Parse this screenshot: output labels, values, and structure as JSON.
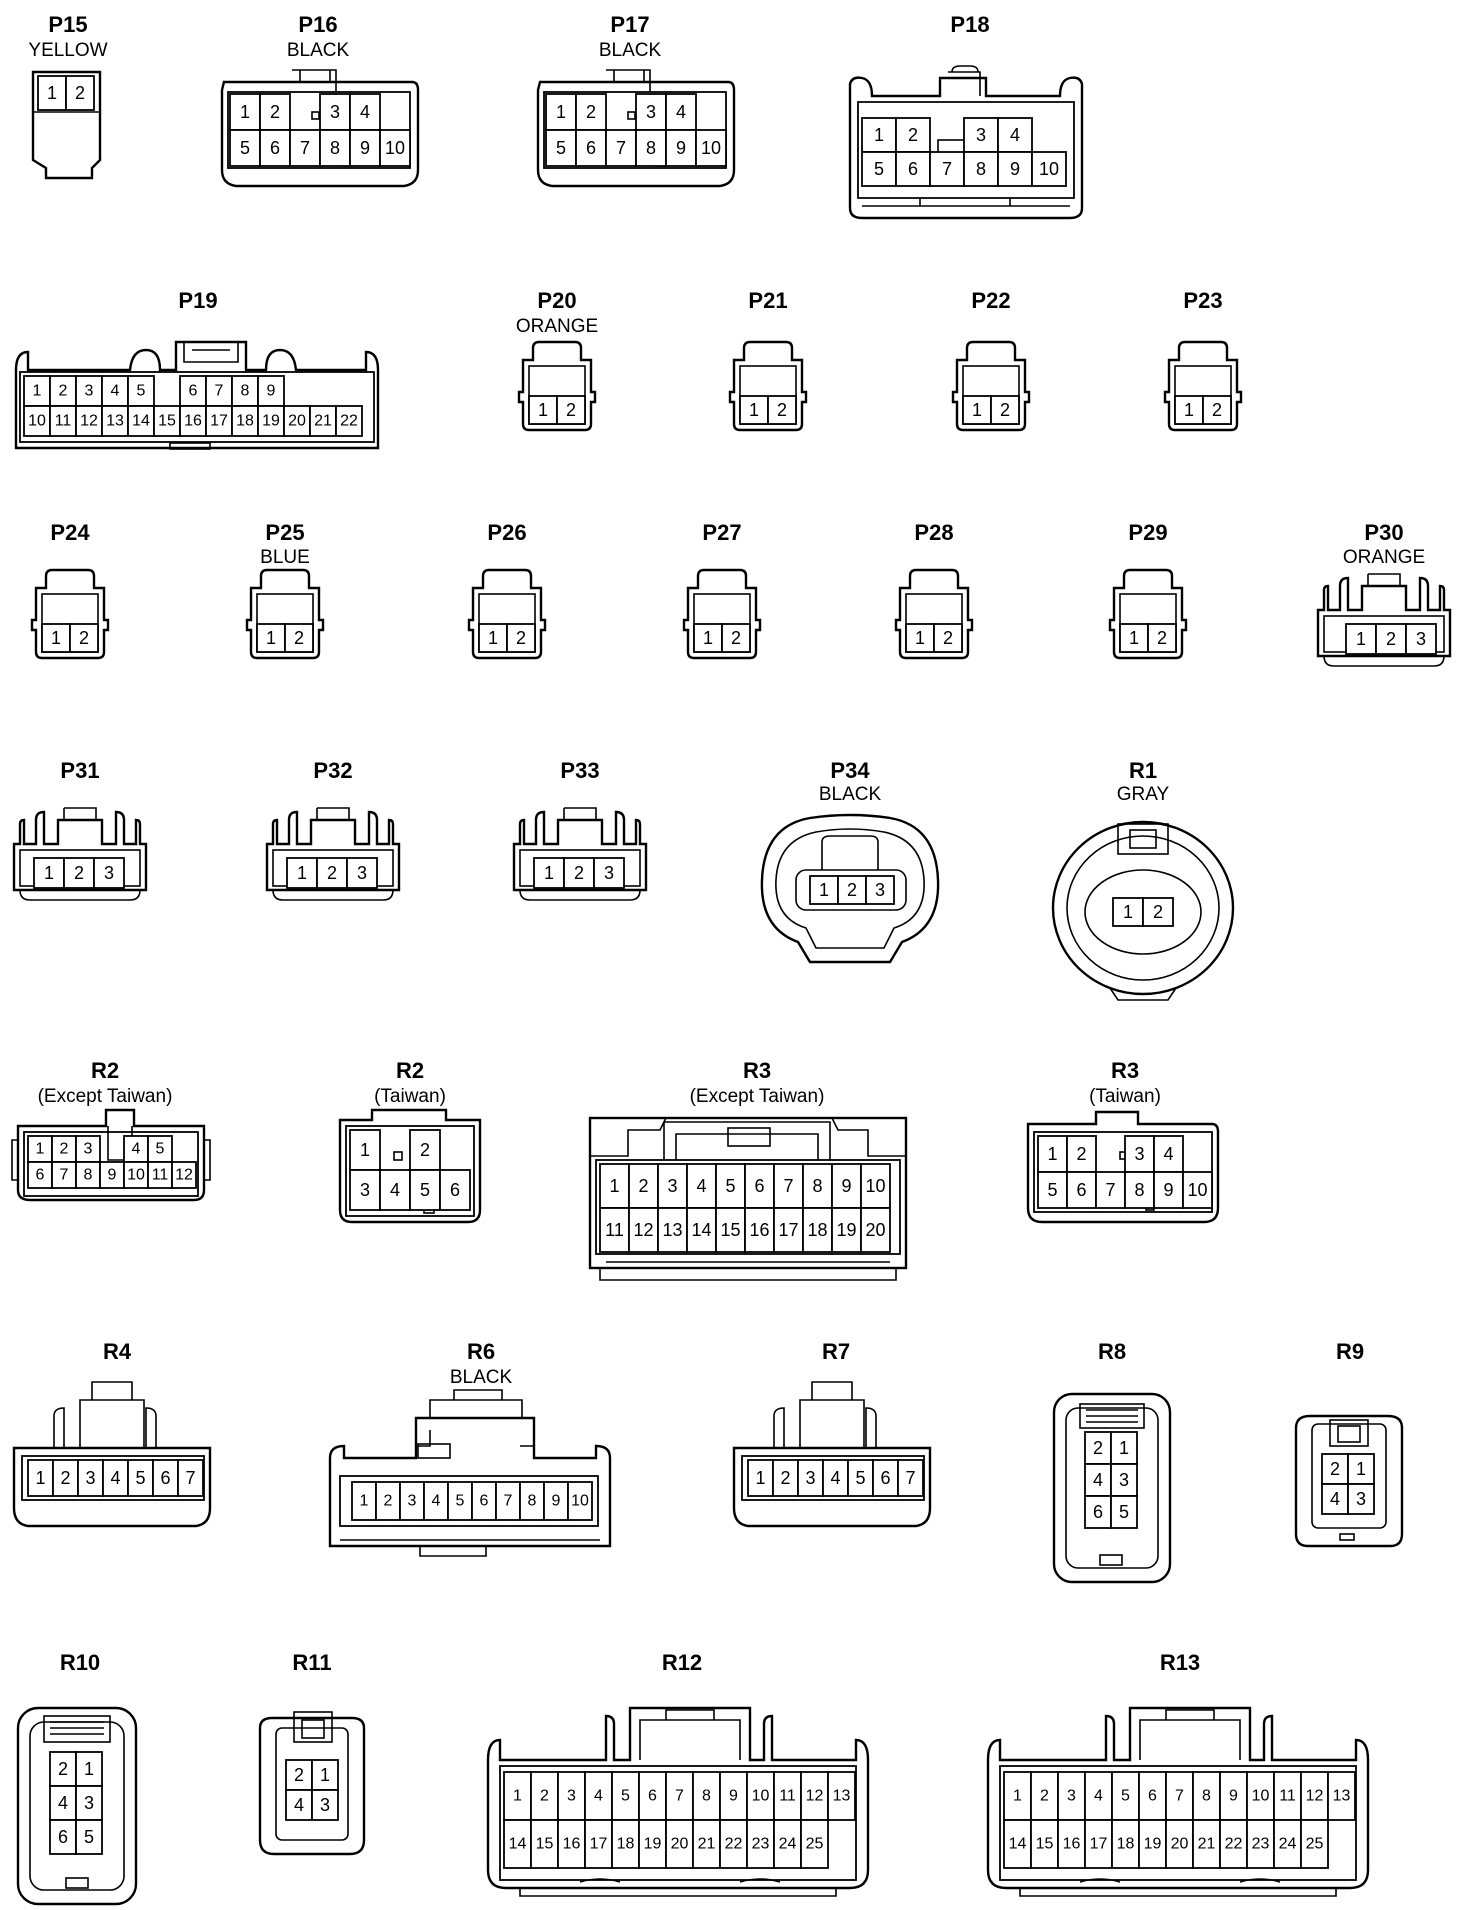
{
  "connectors": [
    {
      "id": "P15",
      "code": "P15",
      "label": "YELLOW"
    },
    {
      "id": "P16",
      "code": "P16",
      "label": "BLACK"
    },
    {
      "id": "P17",
      "code": "P17",
      "label": "BLACK"
    },
    {
      "id": "P18",
      "code": "P18",
      "label": ""
    },
    {
      "id": "P19",
      "code": "P19",
      "label": ""
    },
    {
      "id": "P20",
      "code": "P20",
      "label": "ORANGE"
    },
    {
      "id": "P21",
      "code": "P21",
      "label": ""
    },
    {
      "id": "P22",
      "code": "P22",
      "label": ""
    },
    {
      "id": "P23",
      "code": "P23",
      "label": ""
    },
    {
      "id": "P24",
      "code": "P24",
      "label": ""
    },
    {
      "id": "P25",
      "code": "P25",
      "label": "BLUE"
    },
    {
      "id": "P26",
      "code": "P26",
      "label": ""
    },
    {
      "id": "P27",
      "code": "P27",
      "label": ""
    },
    {
      "id": "P28",
      "code": "P28",
      "label": ""
    },
    {
      "id": "P29",
      "code": "P29",
      "label": ""
    },
    {
      "id": "P30",
      "code": "P30",
      "label": "ORANGE"
    },
    {
      "id": "P31",
      "code": "P31",
      "label": ""
    },
    {
      "id": "P32",
      "code": "P32",
      "label": ""
    },
    {
      "id": "P33",
      "code": "P33",
      "label": ""
    },
    {
      "id": "P34",
      "code": "P34",
      "label": "BLACK"
    },
    {
      "id": "R1",
      "code": "R1",
      "label": "GRAY"
    },
    {
      "id": "R2a",
      "code": "R2",
      "label": "(Except Taiwan)"
    },
    {
      "id": "R2b",
      "code": "R2",
      "label": "(Taiwan)"
    },
    {
      "id": "R3a",
      "code": "R3",
      "label": "(Except Taiwan)"
    },
    {
      "id": "R3b",
      "code": "R3",
      "label": "(Taiwan)"
    },
    {
      "id": "R4",
      "code": "R4",
      "label": ""
    },
    {
      "id": "R6",
      "code": "R6",
      "label": "BLACK"
    },
    {
      "id": "R7",
      "code": "R7",
      "label": ""
    },
    {
      "id": "R8",
      "code": "R8",
      "label": ""
    },
    {
      "id": "R9",
      "code": "R9",
      "label": ""
    },
    {
      "id": "R10",
      "code": "R10",
      "label": ""
    },
    {
      "id": "R11",
      "code": "R11",
      "label": ""
    },
    {
      "id": "R12",
      "code": "R12",
      "label": ""
    },
    {
      "id": "R13",
      "code": "R13",
      "label": ""
    }
  ],
  "pins": {
    "P15": [
      [
        "1",
        "2"
      ]
    ],
    "P16": [
      [
        "1",
        "2",
        "",
        "3",
        "4"
      ],
      [
        "5",
        "6",
        "7",
        "8",
        "9",
        "10"
      ]
    ],
    "P17": [
      [
        "1",
        "2",
        "",
        "3",
        "4"
      ],
      [
        "5",
        "6",
        "7",
        "8",
        "9",
        "10"
      ]
    ],
    "P18": [
      [
        "1",
        "2",
        "",
        "3",
        "4"
      ],
      [
        "5",
        "6",
        "7",
        "8",
        "9",
        "10"
      ]
    ],
    "P19": [
      [
        "1",
        "2",
        "3",
        "4",
        "5",
        "",
        "6",
        "7",
        "8",
        "9"
      ],
      [
        "10",
        "11",
        "12",
        "13",
        "14",
        "15",
        "16",
        "17",
        "18",
        "19",
        "20",
        "21",
        "22"
      ]
    ],
    "two": [
      [
        "1",
        "2"
      ]
    ],
    "three": [
      [
        "1",
        "2",
        "3"
      ]
    ],
    "R2a": [
      [
        "1",
        "2",
        "3",
        "",
        "4",
        "5"
      ],
      [
        "6",
        "7",
        "8",
        "9",
        "10",
        "11",
        "12"
      ]
    ],
    "R2b": [
      [
        "1",
        "",
        "2"
      ],
      [
        "3",
        "4",
        "5",
        "6"
      ]
    ],
    "R3a": [
      [
        "1",
        "2",
        "3",
        "4",
        "5",
        "6",
        "7",
        "8",
        "9",
        "10"
      ],
      [
        "11",
        "12",
        "13",
        "14",
        "15",
        "16",
        "17",
        "18",
        "19",
        "20"
      ]
    ],
    "R3b": [
      [
        "1",
        "2",
        "",
        "3",
        "4"
      ],
      [
        "5",
        "6",
        "7",
        "8",
        "9",
        "10"
      ]
    ],
    "R4": [
      [
        "1",
        "2",
        "3",
        "4",
        "5",
        "6",
        "7"
      ]
    ],
    "R6": [
      [
        "1",
        "2",
        "3",
        "4",
        "5",
        "6",
        "7",
        "8",
        "9",
        "10"
      ]
    ],
    "R7": [
      [
        "1",
        "2",
        "3",
        "4",
        "5",
        "6",
        "7"
      ]
    ],
    "R8": [
      [
        "2",
        "1"
      ],
      [
        "4",
        "3"
      ],
      [
        "6",
        "5"
      ]
    ],
    "R9": [
      [
        "2",
        "1"
      ],
      [
        "4",
        "3"
      ]
    ],
    "R10": [
      [
        "2",
        "1"
      ],
      [
        "4",
        "3"
      ],
      [
        "6",
        "5"
      ]
    ],
    "R11": [
      [
        "2",
        "1"
      ],
      [
        "4",
        "3"
      ]
    ],
    "R12": [
      [
        "1",
        "2",
        "3",
        "4",
        "5",
        "6",
        "7",
        "8",
        "9",
        "10",
        "11",
        "12",
        "13"
      ],
      [
        "14",
        "15",
        "16",
        "17",
        "18",
        "19",
        "20",
        "21",
        "22",
        "23",
        "24",
        "25"
      ]
    ],
    "R13": [
      [
        "1",
        "2",
        "3",
        "4",
        "5",
        "6",
        "7",
        "8",
        "9",
        "10",
        "11",
        "12",
        "13"
      ],
      [
        "14",
        "15",
        "16",
        "17",
        "18",
        "19",
        "20",
        "21",
        "22",
        "23",
        "24",
        "25"
      ]
    ]
  }
}
